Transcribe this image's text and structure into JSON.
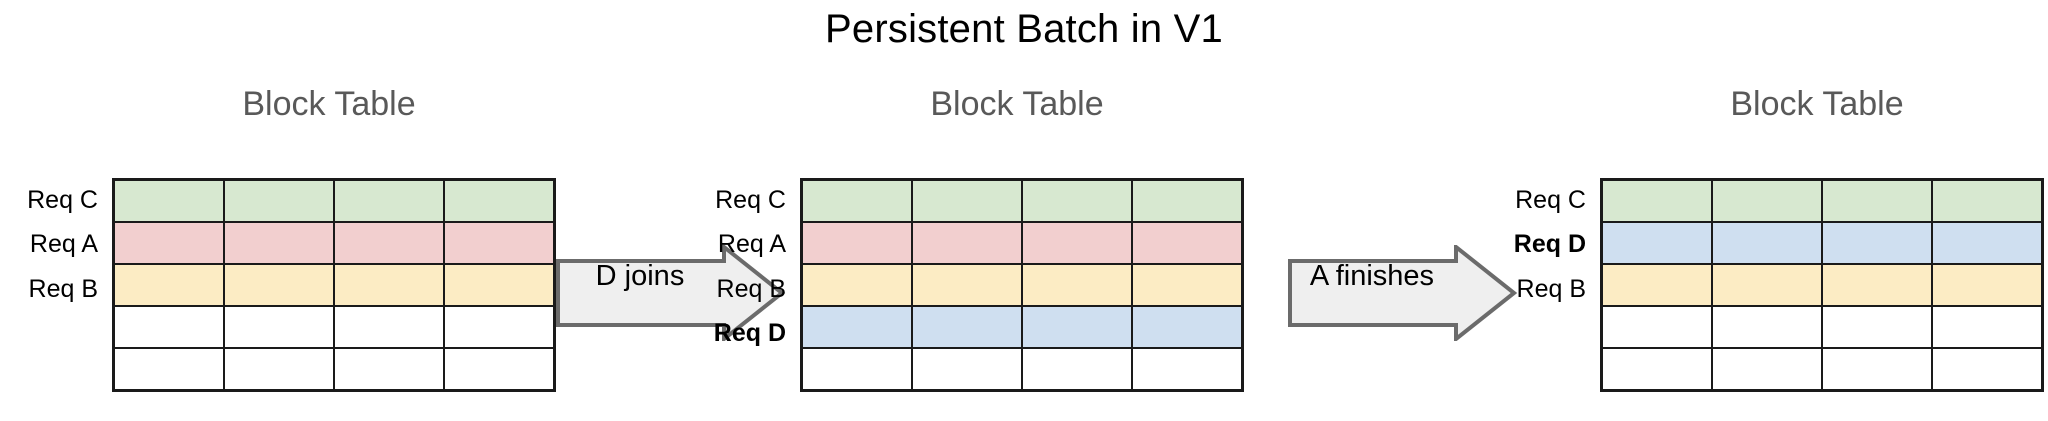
{
  "title": "Persistent Batch in V1",
  "colors": {
    "green": "#d7e8d0",
    "pink": "#f2cfcf",
    "yellow": "#fcecc4",
    "blue": "#cfdff0",
    "empty": "#ffffff",
    "grid_line": "#1a1a1a",
    "stage_title": "#595959",
    "arrow_fill": "#efefef",
    "arrow_stroke": "#6b6b6b"
  },
  "stages": [
    {
      "id": "stage-1",
      "title": "Block Table",
      "columns": 4,
      "rows": [
        {
          "label": "Req C",
          "color": "green",
          "bold": false
        },
        {
          "label": "Req A",
          "color": "pink",
          "bold": false
        },
        {
          "label": "Req B",
          "color": "yellow",
          "bold": false
        },
        {
          "label": "",
          "color": "empty",
          "bold": false
        },
        {
          "label": "",
          "color": "empty",
          "bold": false
        }
      ]
    },
    {
      "id": "stage-2",
      "title": "Block Table",
      "columns": 4,
      "rows": [
        {
          "label": "Req C",
          "color": "green",
          "bold": false
        },
        {
          "label": "Req A",
          "color": "pink",
          "bold": false
        },
        {
          "label": "Req B",
          "color": "yellow",
          "bold": false
        },
        {
          "label": "Req D",
          "color": "blue",
          "bold": true
        },
        {
          "label": "",
          "color": "empty",
          "bold": false
        }
      ]
    },
    {
      "id": "stage-3",
      "title": "Block Table",
      "columns": 4,
      "rows": [
        {
          "label": "Req C",
          "color": "green",
          "bold": false
        },
        {
          "label": "Req D",
          "color": "blue",
          "bold": true
        },
        {
          "label": "Req B",
          "color": "yellow",
          "bold": false
        },
        {
          "label": "",
          "color": "empty",
          "bold": false
        },
        {
          "label": "",
          "color": "empty",
          "bold": false
        }
      ]
    }
  ],
  "transitions": [
    {
      "id": "transition-1",
      "label": "D joins"
    },
    {
      "id": "transition-2",
      "label": "A finishes"
    }
  ]
}
